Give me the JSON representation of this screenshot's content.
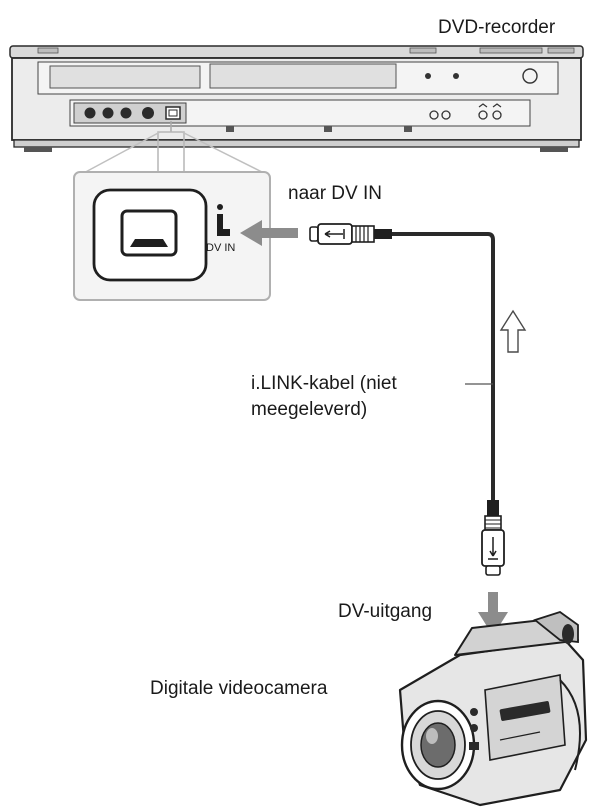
{
  "labels": {
    "dvd_recorder": "DVD-recorder",
    "naar_dv_in": "naar DV IN",
    "cable_line1": "i.LINK-kabel (niet",
    "cable_line2": "meegeleverd)",
    "dv_uitgang": "DV-uitgang",
    "camera": "Digitale videocamera",
    "port_dv_in": "DV IN"
  },
  "icons": {
    "ilink": "i-link-icon",
    "arrow_in": "arrow-left-icon",
    "arrow_signal": "arrow-up-hollow-icon",
    "arrow_out": "arrow-down-icon"
  },
  "colors": {
    "line": "#2a2a2a",
    "device_fill": "#e8e8e8",
    "arrow_gray": "#8c8c8c",
    "panel_fill": "#f2f2f2"
  }
}
